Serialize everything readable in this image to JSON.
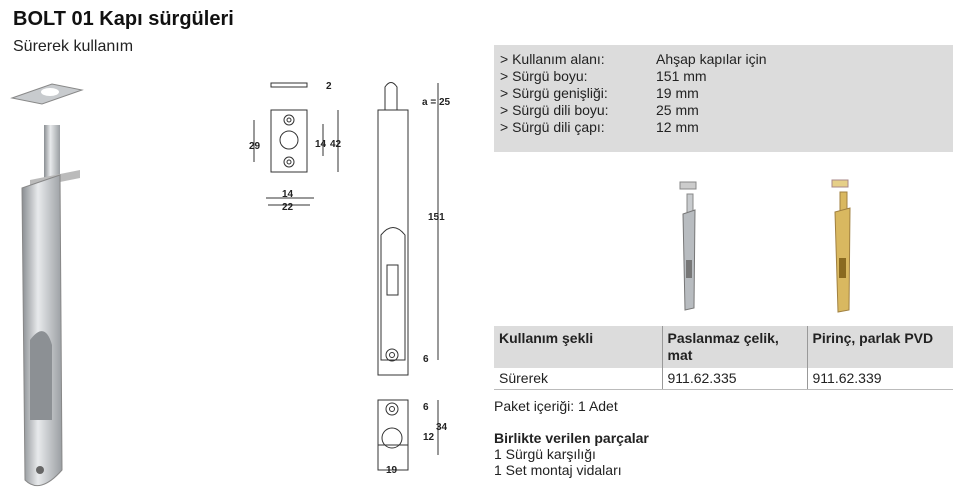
{
  "header": {
    "title": "BOLT 01 Kapı sürgüleri",
    "subtitle": "Sürerek kullanım"
  },
  "drawing": {
    "dims": {
      "thickness": "2",
      "plate_height": "42",
      "hole_spacing": "29",
      "bore": "14",
      "bore_width": "14",
      "plate_width": "22",
      "a": "a = 25",
      "length": "151",
      "bottom_offset": "6",
      "strike_offset": "6",
      "strike_bore": "12",
      "strike_height": "34",
      "strike_width": "19"
    }
  },
  "specs": [
    {
      "label": "> Kullanım alanı:",
      "value": "Ahşap kapılar için"
    },
    {
      "label": "> Sürgü boyu:",
      "value": "151 mm"
    },
    {
      "label": "> Sürgü genişliği:",
      "value": "19 mm"
    },
    {
      "label": "> Sürgü dili boyu:",
      "value": "25 mm"
    },
    {
      "label": "> Sürgü dili çapı:",
      "value": "12 mm"
    }
  ],
  "table": {
    "headers": [
      "Kullanım şekli",
      "Paslanmaz çelik, mat",
      "Pirinç, parlak PVD"
    ],
    "rows": [
      [
        "Sürerek",
        "911.62.335",
        "911.62.339"
      ]
    ]
  },
  "package": "Paket içeriği: 1 Adet",
  "parts": {
    "heading": "Birlikte verilen parçalar",
    "items": [
      "1 Sürgü karşılığı",
      "1 Set montaj vidaları"
    ]
  },
  "colors": {
    "steel": "#b8bcc0",
    "brass": "#d9b860",
    "box": "#dcdcdc"
  }
}
